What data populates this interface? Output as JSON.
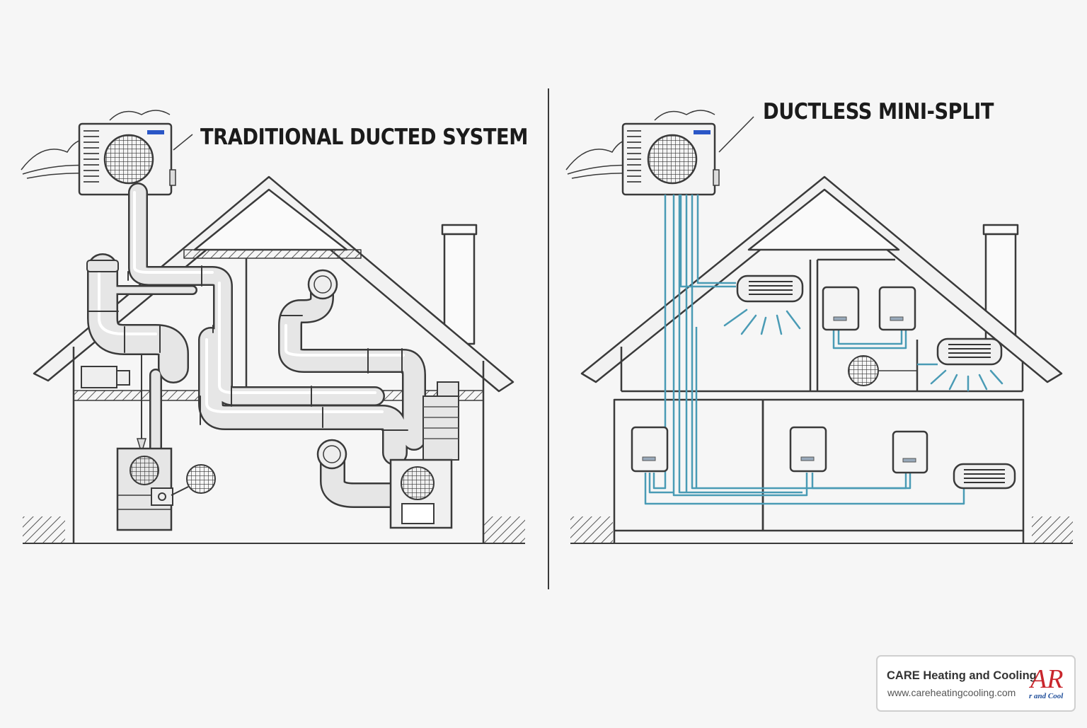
{
  "panels": {
    "left": {
      "title": "TRADITIONAL DUCTED SYSTEM"
    },
    "right": {
      "title": "DUCTLESS MINI-SPLIT"
    }
  },
  "badge": {
    "company": "CARE Heating and Cooling",
    "url": "www.careheatingcooling.com",
    "logo_letters": "AR",
    "logo_sub": "r and Cool"
  },
  "colors": {
    "line": "#3a3a3a",
    "duct_fill": "#e4e4e4",
    "refrigerant_line": "#4a9bb5",
    "logo_red": "#c9262c",
    "logo_blue": "#1f4e9a",
    "unit_badge_blue": "#2a56c6"
  }
}
